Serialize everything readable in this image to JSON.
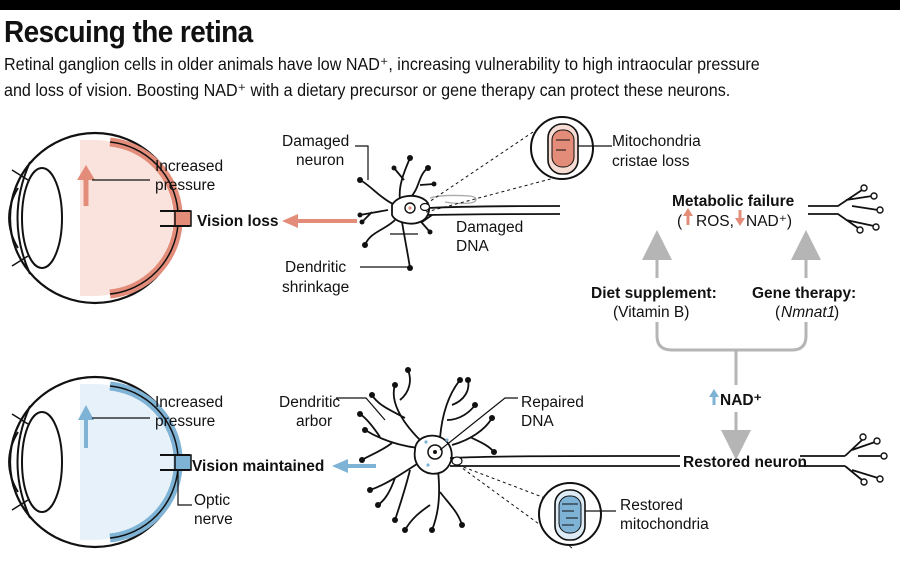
{
  "title": "Rescuing the retina",
  "subtitle": {
    "line1": "Retinal ganglion cells in older animals have low NAD⁺, increasing vulnerability to high intraocular pressure",
    "line2": "and loss of vision. Boosting NAD⁺ with a dietary precursor or gene therapy can protect these neurons."
  },
  "top": {
    "increased_pressure": [
      "Increased",
      "pressure"
    ],
    "vision_loss": "Vision loss",
    "damaged_neuron": [
      "Damaged",
      "neuron"
    ],
    "damaged_dna": [
      "Damaged",
      "DNA"
    ],
    "dendritic_shrinkage": [
      "Dendritic",
      "shrinkage"
    ],
    "mitochondria": [
      "Mitochondria",
      "cristae loss"
    ],
    "metabolic_failure": "Metabolic failure",
    "ros": "ROS,",
    "nad": "NAD⁺)"
  },
  "middle": {
    "diet_title": "Diet supplement:",
    "diet_sub": "(Vitamin B)",
    "gene_title": "Gene therapy:",
    "gene_sub": "Nmnat1",
    "nad_up": "NAD⁺"
  },
  "bottom": {
    "increased_pressure": [
      "Increased",
      "pressure"
    ],
    "vision_maintained": "Vision maintained",
    "optic_nerve": [
      "Optic",
      "nerve"
    ],
    "dendritic_arbor": [
      "Dendritic",
      "arbor"
    ],
    "repaired_dna": [
      "Repaired",
      "DNA"
    ],
    "restored_neuron": "Restored neuron",
    "restored_mito": [
      "Restored",
      "mitochondria"
    ]
  },
  "colors": {
    "damage": "#e38c79",
    "damage_light": "#f6dcd3",
    "healthy": "#7fb3d5",
    "healthy_light": "#dcebf5",
    "gray_arrow": "#b5b5b5"
  }
}
